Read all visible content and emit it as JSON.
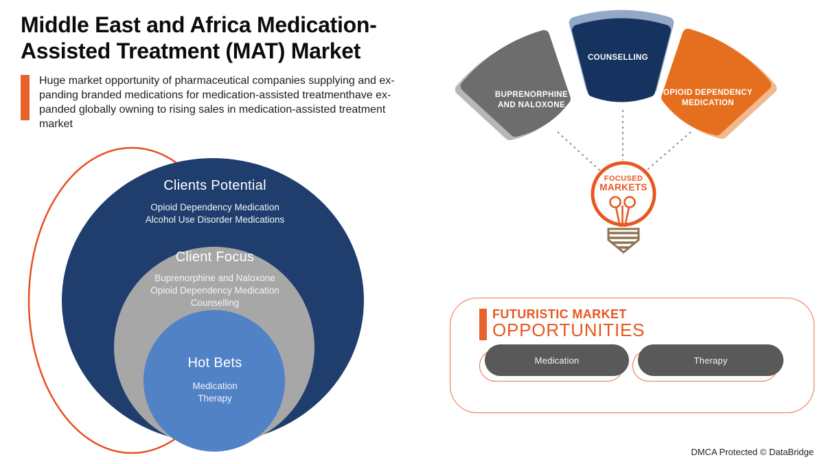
{
  "header": {
    "title_lines": [
      "Middle East and Africa Medication-",
      "Assisted Treatment (MAT) Market"
    ],
    "accent_color": "#e8622c",
    "description_lines": [
      "Huge market opportunity of pharmaceutical companies supplying and ex-",
      "panding branded medications for medication-assisted treatmenthave ex-",
      "panded globally owning to rising sales in medication-assisted treatment",
      "market"
    ]
  },
  "venn": {
    "outline_color": "#e84e1f",
    "rings": [
      {
        "title": "Clients Potential",
        "items": "Opioid Dependency Medication\nAlcohol Use Disorder Medications",
        "color": "#1f3e6e"
      },
      {
        "title": "Client Focus",
        "items": "Buprenorphine and Naloxone\nOpioid Dependency Medication\nCounselling",
        "color": "#a7a7a7"
      },
      {
        "title": "Hot Bets",
        "items": "Medication\nTherapy",
        "color": "#5282c6"
      }
    ]
  },
  "focus_fan": {
    "segments": [
      {
        "label": "BUPRENORPHINE\nAND NALOXONE",
        "color": "#6d6d6d",
        "shadow_color": "#b7b7b7"
      },
      {
        "label": "COUNSELLING",
        "color": "#16335f",
        "shadow_color": "#93a8c6"
      },
      {
        "label": "OPIOID DEPENDENCY\nMEDICATION",
        "color": "#e56f1e",
        "shadow_color": "#f3b98e"
      }
    ],
    "connector_color": "#8e8e8e",
    "bulb": {
      "label_line1": "FOCUSED",
      "label_line2": "MARKETS",
      "outline_color": "#e8571f",
      "base_color": "#8f7350"
    }
  },
  "opportunities": {
    "heading_line1": "FUTURISTIC MARKET",
    "heading_line2": "OPPORTUNITIES",
    "accent_color": "#e8571f",
    "pills": [
      {
        "label": "Medication"
      },
      {
        "label": "Therapy"
      }
    ]
  },
  "footer": {
    "credit": "DMCA Protected © DataBridge"
  }
}
